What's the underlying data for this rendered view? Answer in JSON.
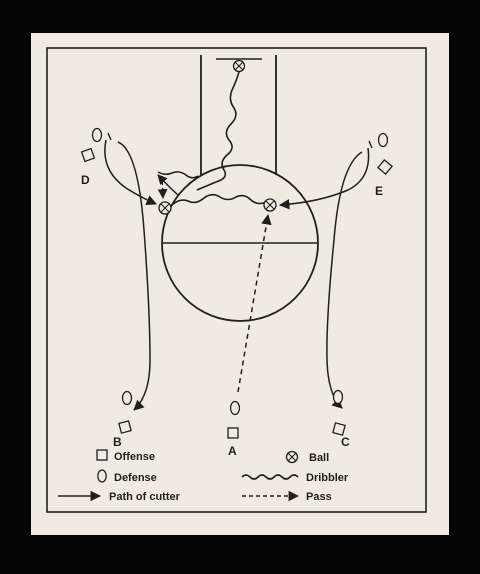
{
  "colors": {
    "background": "#050505",
    "paper": "#f0ebe2",
    "ink": "#1f1f1f"
  },
  "players": {
    "A": "A",
    "B": "B",
    "C": "C",
    "D": "D",
    "E": "E"
  },
  "legend": {
    "offense": "Offense",
    "defense": "Defense",
    "path_of_cutter": "Path of cutter",
    "ball": "Ball",
    "dribbler": "Dribbler",
    "pass": "Pass"
  }
}
